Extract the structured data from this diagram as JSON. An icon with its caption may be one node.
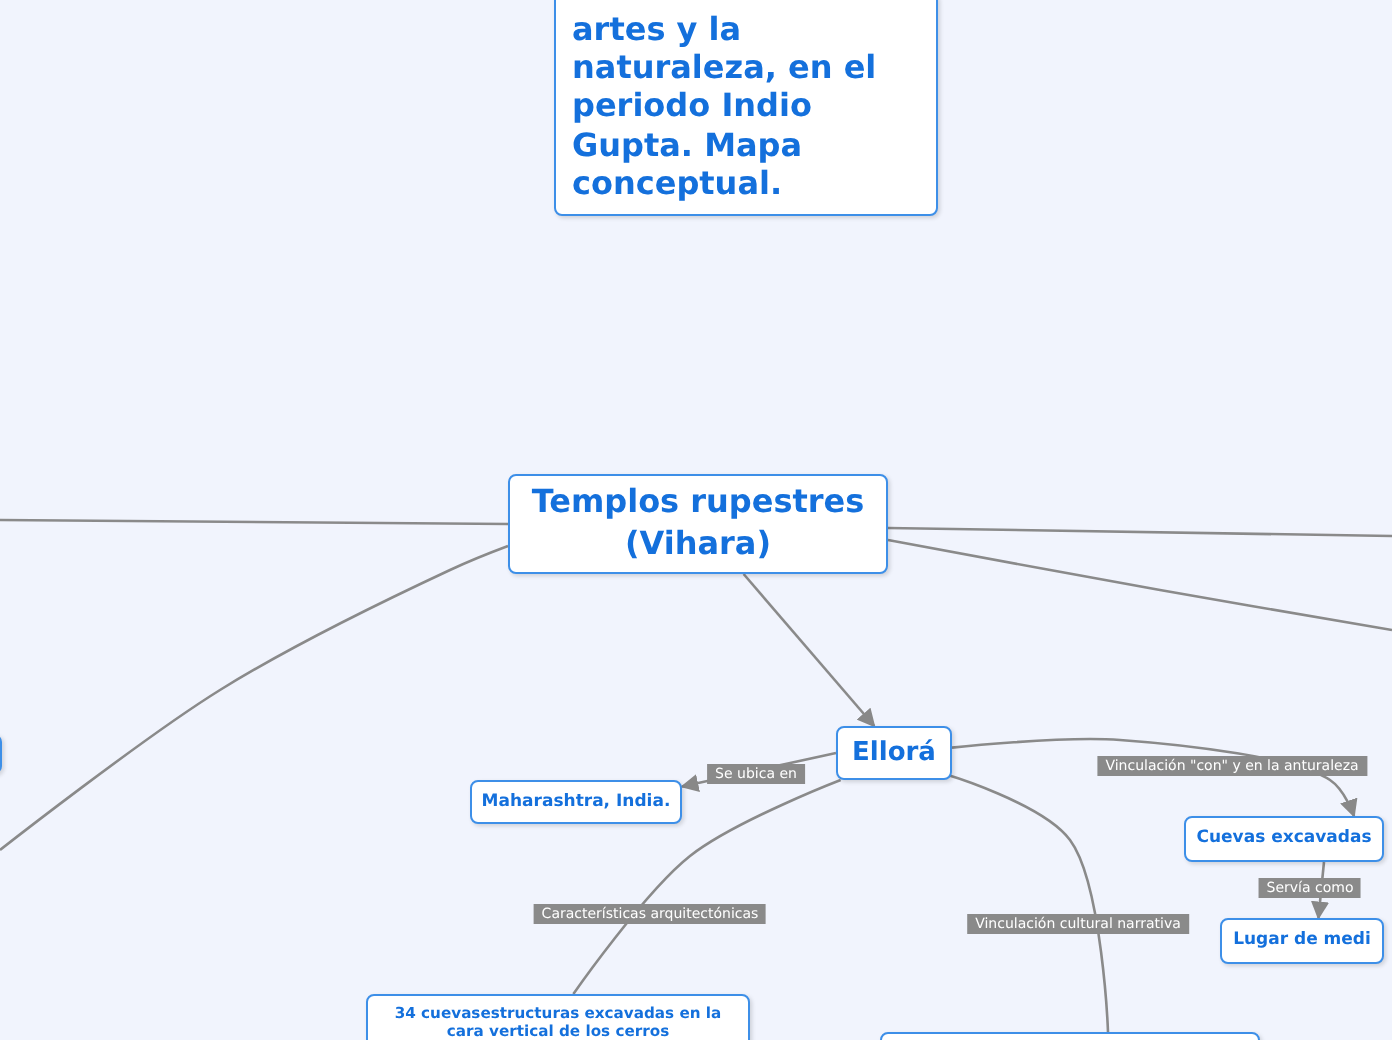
{
  "diagram": {
    "nodes": [
      {
        "text": [
          "artes y la naturaleza, en el periodo Indio Gupta. Mapa conceptual."
        ]
      },
      {
        "text": [
          "Templos rupestres (Vihara)"
        ]
      },
      {
        "text": [
          "Ellorá"
        ]
      },
      {
        "text": [
          "Maharashtra, India."
        ]
      },
      {
        "text": [
          "Cuevas excavadas"
        ]
      },
      {
        "text": [
          "Lugar de medi"
        ]
      },
      {
        "text": [
          "34 cuevasestructuras excavadas en la cara vertical de los cerros"
        ]
      },
      {
        "text": [],
        "shape": "box"
      },
      {
        "text": [],
        "shape": "box"
      }
    ],
    "edges": [
      {
        "from": 1,
        "to": null,
        "arrow": "none"
      },
      {
        "from": 1,
        "to": null,
        "arrow": "none"
      },
      {
        "from": 1,
        "to": null,
        "arrow": "none"
      },
      {
        "from": 1,
        "to": null,
        "arrow": "none"
      },
      {
        "from": 1,
        "to": 2,
        "arrow": "to"
      },
      {
        "from": 2,
        "to": 3,
        "arrow": "to",
        "label": "Se ubica en"
      },
      {
        "from": 2,
        "to": 4,
        "arrow": "to",
        "label": "Vinculación \"con\" y en la anturaleza"
      },
      {
        "from": 4,
        "to": 5,
        "arrow": "to",
        "label": "Servía como"
      },
      {
        "from": 2,
        "to": 6,
        "arrow": "none",
        "label": "Características arquitectónicas"
      },
      {
        "from": 2,
        "to": 7,
        "arrow": "none",
        "label": "Vinculación cultural narrativa"
      }
    ]
  }
}
